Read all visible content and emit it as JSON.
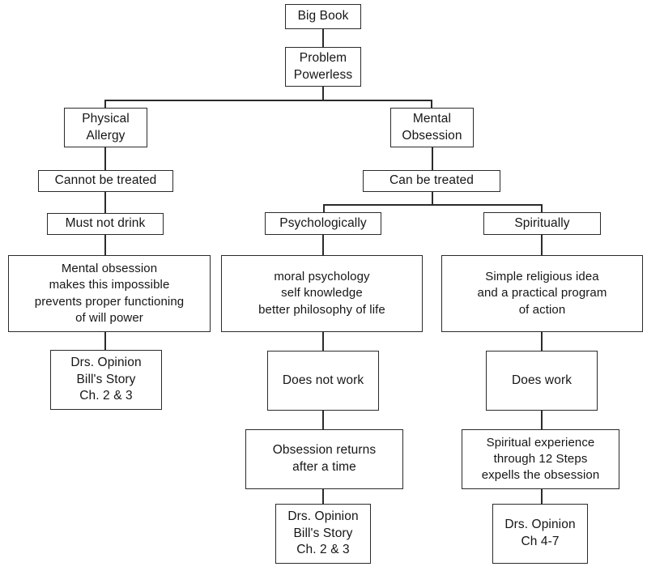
{
  "diagram": {
    "title": "Big Book Flowchart",
    "line_color": "#2b2b2b",
    "box_fill": "#ffffff",
    "text_color": "#161616"
  },
  "nodes": {
    "big_book": {
      "label": "Big Book"
    },
    "problem_powerless": {
      "label": "Problem\nPowerless"
    },
    "physical_allergy": {
      "label": "Physical\nAllergy"
    },
    "mental_obsession": {
      "label": "Mental\nObsession"
    },
    "cannot_be_treated": {
      "label": "Cannot be treated"
    },
    "can_be_treated": {
      "label": "Can be treated"
    },
    "must_not_drink": {
      "label": "Must not drink"
    },
    "psychologically": {
      "label": "Psychologically"
    },
    "spiritually": {
      "label": "Spiritually"
    },
    "mental_obsession_detail": {
      "label": "Mental obsession\nmakes this impossible\nprevents proper functioning\nof will power"
    },
    "psych_methods": {
      "label": "moral psychology\nself knowledge\nbetter philosophy of life"
    },
    "spiritual_methods": {
      "label": "Simple religious idea\nand a practical program\nof action"
    },
    "left_reference": {
      "label": "Drs. Opinion\nBill's Story\nCh. 2 & 3"
    },
    "does_not_work": {
      "label": "Does not work"
    },
    "does_work": {
      "label": "Does work"
    },
    "obsession_returns": {
      "label": "Obsession returns\nafter a time"
    },
    "spiritual_experience": {
      "label": "Spiritual experience\nthrough 12 Steps\nexpells the obsession"
    },
    "middle_reference": {
      "label": "Drs. Opinion\nBill's Story\nCh. 2 & 3"
    },
    "right_reference": {
      "label": "Drs. Opinion\nCh 4-7"
    }
  }
}
